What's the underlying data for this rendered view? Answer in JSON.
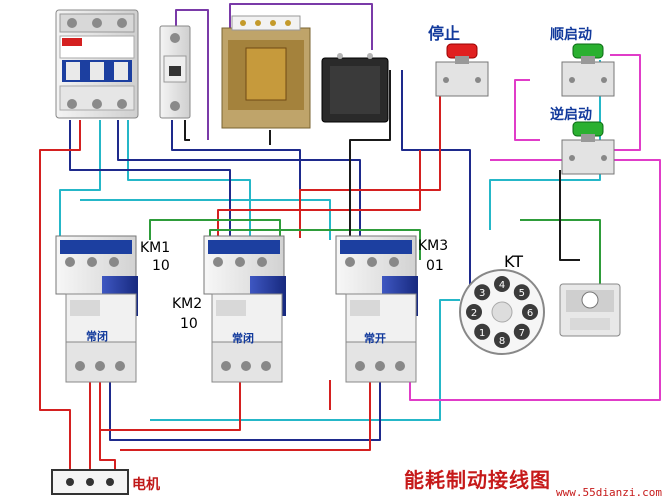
{
  "labels": {
    "stop": "停止",
    "forward_start": "顺启动",
    "reverse_start": "逆启动",
    "km1": "KM1",
    "km1_contacts": "10",
    "km2": "KM2",
    "km2_contacts": "10",
    "km3": "KM3",
    "km3_contacts": "01",
    "kt": "KT",
    "nc1": "常闭",
    "nc2": "常闭",
    "no3": "常开",
    "motor": "电机",
    "title": "能耗制动接线图",
    "site": "www.55dianzi.com"
  },
  "relay_pins": [
    "1",
    "2",
    "3",
    "4",
    "5",
    "6",
    "7",
    "8"
  ],
  "colors": {
    "wire_red": "#d42020",
    "wire_blue": "#1e2a8c",
    "wire_cyan": "#25b7c8",
    "wire_green": "#2e9c3a",
    "wire_purple": "#7a3aa8",
    "wire_pink": "#e03cc8",
    "wire_dark": "#1a1a1a",
    "button_red": "#e02020",
    "button_green": "#2ab030"
  }
}
